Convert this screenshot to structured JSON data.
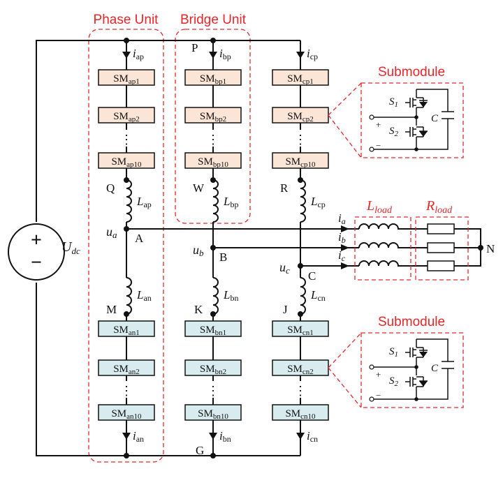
{
  "titles": {
    "phase_unit": "Phase Unit",
    "bridge_unit": "Bridge Unit",
    "submodule_top": "Submodule",
    "submodule_bottom": "Submodule"
  },
  "source": {
    "label_main": "U",
    "label_sub": "dc",
    "plus": "+",
    "minus": "−"
  },
  "nodes": {
    "P": "P",
    "Q": "Q",
    "W": "W",
    "R": "R",
    "A": "A",
    "B": "B",
    "C": "C",
    "M": "M",
    "K": "K",
    "J": "J",
    "G": "G",
    "N": "N"
  },
  "currents": {
    "ap": "ap",
    "bp": "bp",
    "cp": "cp",
    "an": "an",
    "bn": "bn",
    "cn": "cn",
    "i": "i"
  },
  "modules": {
    "upper": [
      [
        "ap1",
        "ap2",
        "ap10"
      ],
      [
        "bp1",
        "bp2",
        "bp10"
      ],
      [
        "cp1",
        "cp2",
        "cp10"
      ]
    ],
    "lower": [
      [
        "an1",
        "an2",
        "an10"
      ],
      [
        "bn1",
        "bn2",
        "bn10"
      ],
      [
        "cn1",
        "cn2",
        "cn10"
      ]
    ],
    "prefix": "SM",
    "ellipsis": "⋮"
  },
  "inductors": {
    "ap": "ap",
    "bp": "bp",
    "cp": "cp",
    "an": "an",
    "bn": "bn",
    "cn": "cn",
    "L": "L"
  },
  "voltages": {
    "u": "u",
    "a": "a",
    "b": "b",
    "c": "c"
  },
  "load": {
    "L_main": "L",
    "L_sub": "load",
    "R_main": "R",
    "R_sub": "load",
    "ia": "a",
    "ib": "b",
    "ic": "c"
  },
  "submodule": {
    "S1": "S",
    "S1_sub": "1",
    "S2": "S",
    "S2_sub": "2",
    "C": "C",
    "plus": "+",
    "minus": "−"
  }
}
